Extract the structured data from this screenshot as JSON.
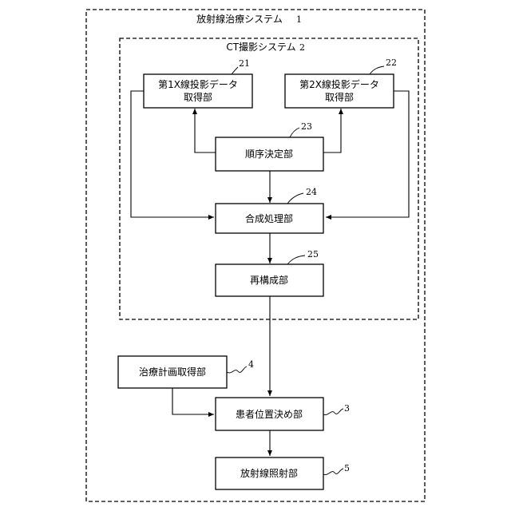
{
  "outer_system": {
    "label": "放射線治療システム",
    "ref": "1"
  },
  "ct_system": {
    "label": "CT撮影システム",
    "ref": "2"
  },
  "blocks": {
    "xray1": {
      "line1": "第1X線投影データ",
      "line2": "取得部",
      "ref": "21"
    },
    "xray2": {
      "line1": "第2X線投影データ",
      "line2": "取得部",
      "ref": "22"
    },
    "order": {
      "label": "順序決定部",
      "ref": "23"
    },
    "synth": {
      "label": "合成処理部",
      "ref": "24"
    },
    "recon": {
      "label": "再構成部",
      "ref": "25"
    },
    "plan": {
      "label": "治療計画取得部",
      "ref": "4"
    },
    "position": {
      "label": "患者位置決め部",
      "ref": "3"
    },
    "irradiate": {
      "label": "放射線照射部",
      "ref": "5"
    }
  }
}
